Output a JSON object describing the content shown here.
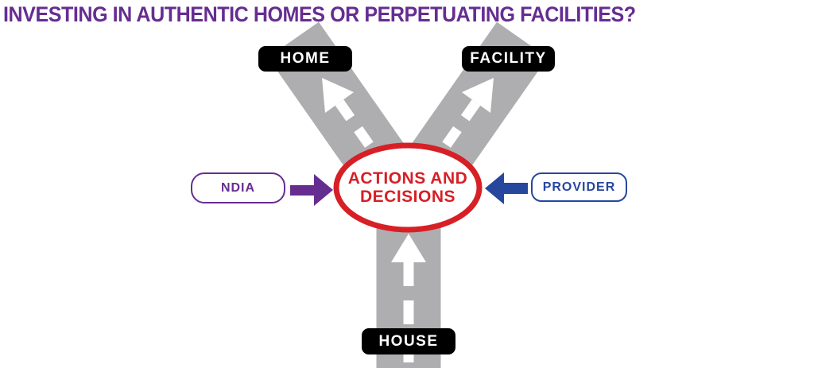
{
  "title": "INVESTING IN AUTHENTIC HOMES OR PERPETUATING FACILITIES?",
  "colors": {
    "title_purple": "#662D91",
    "provider_blue": "#27479E",
    "decision_red": "#D71F26",
    "road_gray": "#AEAEB0",
    "label_black": "#000000"
  },
  "labels": {
    "home": "HOME",
    "facility": "FACILITY",
    "house": "HOUSE",
    "ndia": "NDIA",
    "provider": "PROVIDER",
    "center_line1": "ACTIONS AND",
    "center_line2": "DECISIONS"
  }
}
